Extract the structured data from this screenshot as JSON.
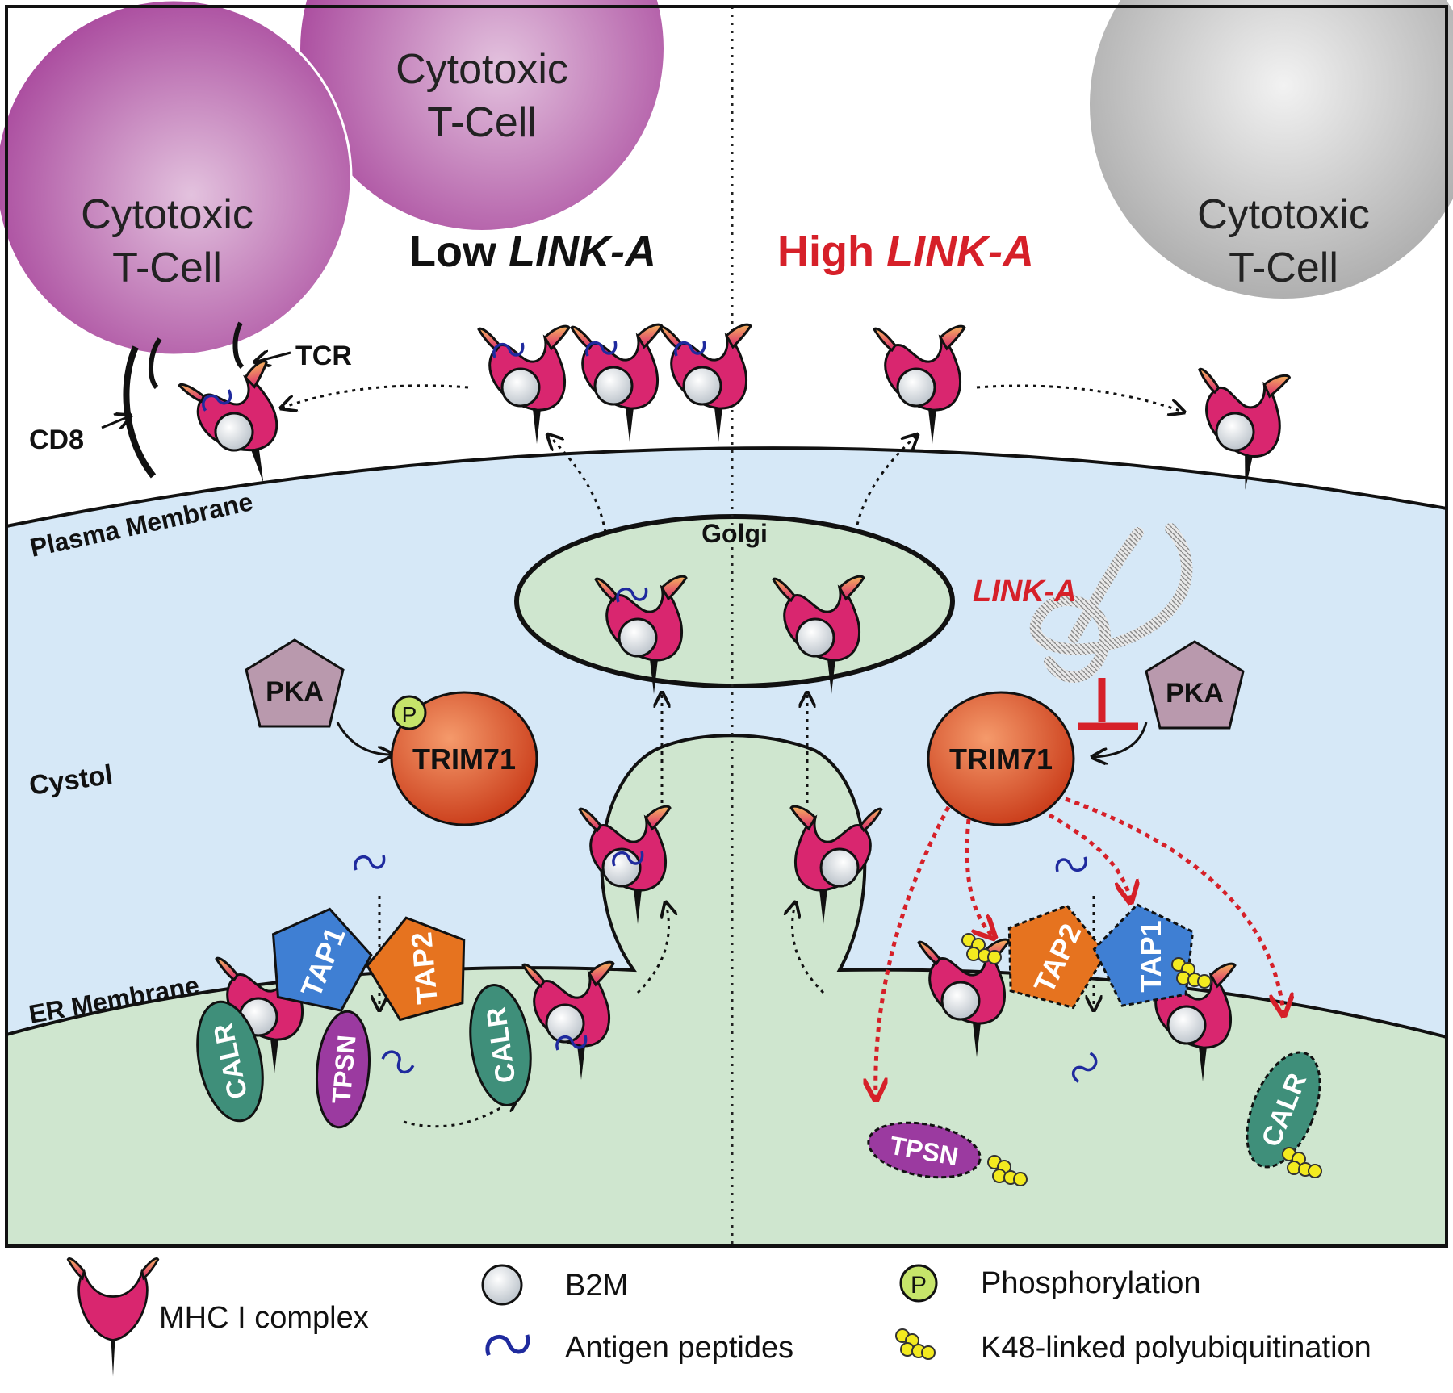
{
  "labels": {
    "tcell_1": [
      "Cytotoxic",
      "T-Cell"
    ],
    "tcell_2": [
      "Cytotoxic",
      "T-Cell"
    ],
    "tcell_3": [
      "Cytotoxic",
      "T-Cell"
    ],
    "low_prefix": "Low ",
    "low_italic": "LINK-A",
    "high_prefix": "High ",
    "high_italic": "LINK-A",
    "tcr": "TCR",
    "cd8": "CD8",
    "plasma_membrane": "Plasma Membrane",
    "golgi": "Golgi",
    "link_a": "LINK-A",
    "pka": "PKA",
    "p": "P",
    "trim71": "TRIM71",
    "cystol": "Cystol",
    "er_membrane": "ER Membrane",
    "tap1": "TAP1",
    "tap2": "TAP2",
    "calr": "CALR",
    "tpsn": "TPSN"
  },
  "legend": {
    "mhc": "MHC I complex",
    "b2m": "B2M",
    "peptides": "Antigen peptides",
    "phospho": "Phosphorylation",
    "k48": "K48-linked polyubiquitination"
  },
  "colors": {
    "tcell_active": "#a8479c",
    "tcell_inactive": "#a9a9a9",
    "cytosol": "#d6e8f7",
    "er_lumen": "#cfe6cf",
    "mhc": "#d9266f",
    "mhc_tip": "#f2a35a",
    "b2m": "#d8dde2",
    "trim71": "#e0502a",
    "pka": "#b999ad",
    "tap1": "#3f7fd3",
    "tap2": "#e6731f",
    "calr": "#3f8f7a",
    "tpsn": "#9b3aa0",
    "ubiquitin": "#f3ea1f",
    "phospho": "#c6e46a",
    "high_red": "#d62029",
    "peptide": "#1f2a9e"
  }
}
